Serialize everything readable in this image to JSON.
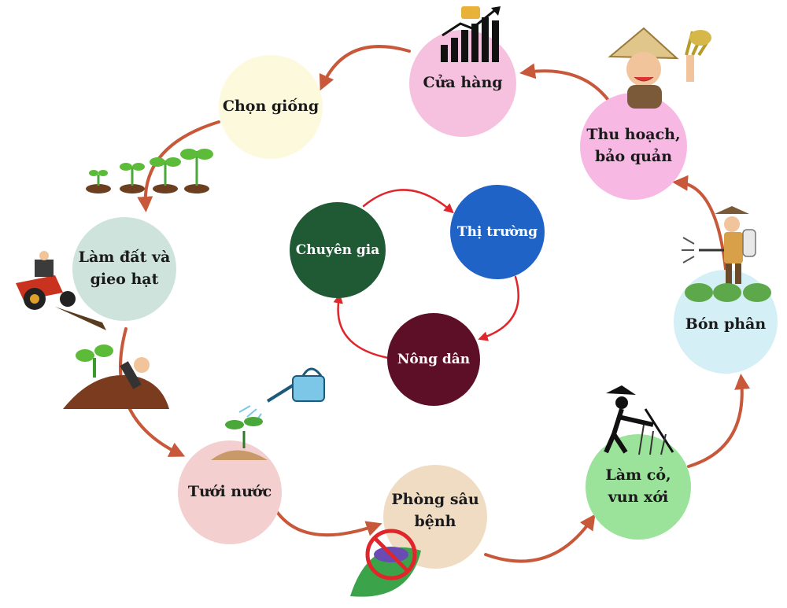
{
  "cycle": {
    "chon_giong": "Chọn giống",
    "cua_hang": "Cửa hàng",
    "thu_hoach": "Thu hoạch,\nbảo quản",
    "bon_phan": "Bón phân",
    "lam_co": "Làm cỏ,\nvun xới",
    "phong_sau": "Phòng sâu\nbệnh",
    "tuoi_nuoc": "Tưới nước",
    "lam_dat": "Làm đất và\ngieo hạt"
  },
  "center": {
    "chuyen_gia": "Chuyên gia",
    "thi_truong": "Thị trường",
    "nong_dan": "Nông dân"
  },
  "colors": {
    "arrow_outer": "#c8583a",
    "arrow_inner": "#e0262b",
    "chon_giong": "#fdf9dd",
    "cua_hang": "#f6c1de",
    "thu_hoach": "#f8b8e4",
    "bon_phan": "#d5eff7",
    "lam_co": "#9be29b",
    "phong_sau": "#f0dcc2",
    "tuoi_nuoc": "#f3cfd0",
    "lam_dat": "#cfe3dd",
    "chuyen_gia": "#1f5a35",
    "thi_truong": "#1f63c7",
    "nong_dan": "#5c0f27"
  }
}
